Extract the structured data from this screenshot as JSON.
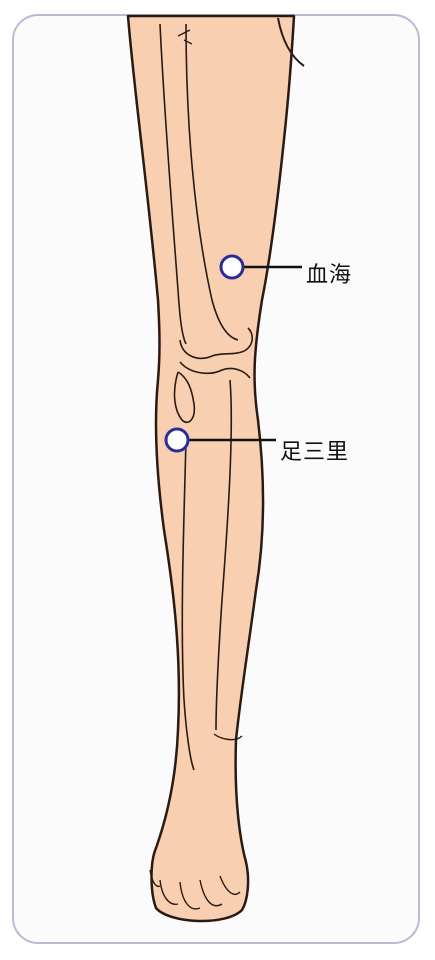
{
  "acupoints": [
    {
      "id": "xuehai",
      "label": "血海"
    },
    {
      "id": "zusanli",
      "label": "足三里"
    }
  ],
  "colors": {
    "skin": "#f8cfb0",
    "outline": "#2a1a14",
    "marker_ring": "#2b2b9a",
    "marker_fill": "#ffffff",
    "frame_border": "#b9b9d8",
    "background": "#fbfbfb"
  }
}
